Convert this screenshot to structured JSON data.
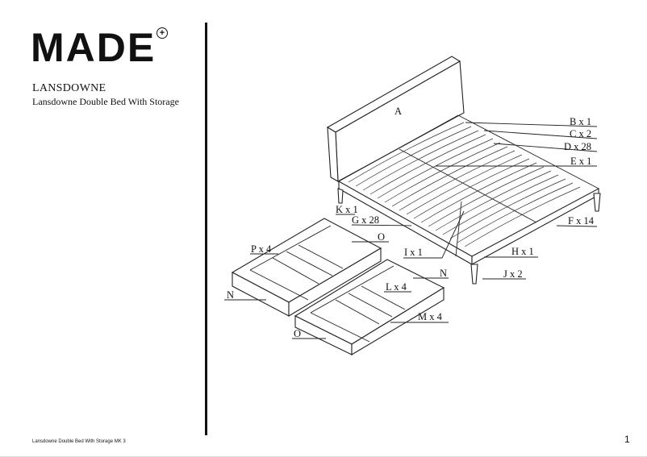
{
  "brand": {
    "name": "MADE",
    "mark": "+"
  },
  "product": {
    "name": "LANSDOWNE",
    "description": "Lansdowne Double Bed With Storage"
  },
  "footer": {
    "text": "Lansdowne Double Bed With Storage MK 3"
  },
  "page_number": "1",
  "parts": {
    "A": "A",
    "B": "B x 1",
    "C": "C x 2",
    "D": "D x 28",
    "E": "E x 1",
    "F": "F x 14",
    "G": "G x 28",
    "H": "H x 1",
    "I": "I x 1",
    "J": "J x 2",
    "K": "K x 1",
    "L": "L x 4",
    "M": "M x 4",
    "N1": "N",
    "N2": "N",
    "O1": "O",
    "O2": "O",
    "P": "P x 4"
  }
}
